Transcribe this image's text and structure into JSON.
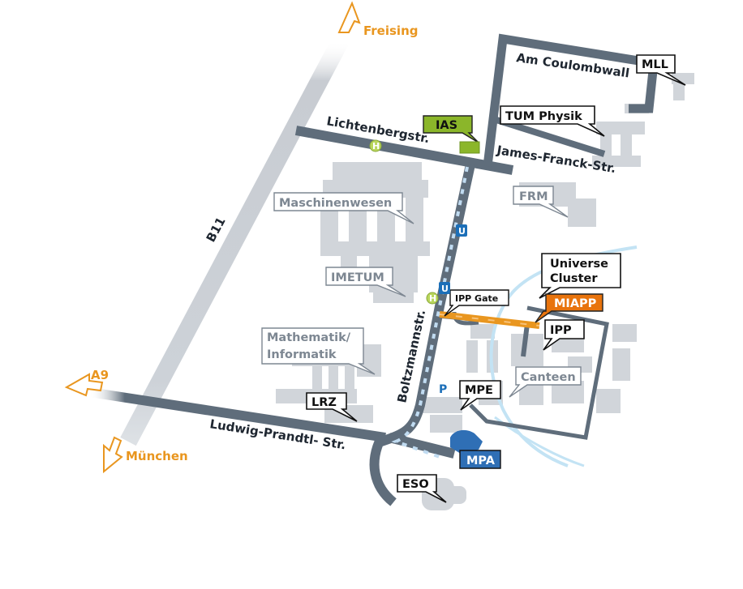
{
  "map": {
    "directions": {
      "freising": "Freising",
      "a9": "A9",
      "muenchen": "München"
    },
    "roads": {
      "b11": "B11",
      "lichtenbergstr": "Lichtenbergstr.",
      "james_franck_str": "James-Franck-Str.",
      "am_coulombwall": "Am Coulombwall",
      "boltzmannstr": "Boltzmannstr.",
      "ludwig_prandtl_str": "Ludwig-Prandtl- Str."
    },
    "buildings": {
      "mll": "MLL",
      "tum_physik": "TUM Physik",
      "ias": "IAS",
      "frm": "FRM",
      "maschinenwesen": "Maschinenwesen",
      "imetum": "IMETUM",
      "universe_cluster_line1": "Universe",
      "universe_cluster_line2": "Cluster",
      "ipp_gate": "IPP Gate",
      "miapp": "MIAPP",
      "ipp": "IPP",
      "mathematik_informatik_line1": "Mathematik/",
      "mathematik_informatik_line2": "Informatik",
      "canteen": "Canteen",
      "mpe": "MPE",
      "lrz": "LRZ",
      "mpa": "MPA",
      "eso": "ESO"
    },
    "markers": {
      "ubahn": "U",
      "bus": "H",
      "parking": "P"
    },
    "colors": {
      "road": "#5f6d7b",
      "road_light": "#c8ccd2",
      "building": "#d1d5da",
      "route_orange": "#e9961f",
      "route_blue": "#9cc4e8",
      "ias_green": "#8bb62a",
      "miapp_orange": "#e8730c",
      "mpa_blue": "#2f6fb5",
      "direction_orange": "#e9961f",
      "ubahn_blue": "#1c6fb8",
      "bus_green": "#b9d65c",
      "river": "#bfe1f3"
    }
  }
}
